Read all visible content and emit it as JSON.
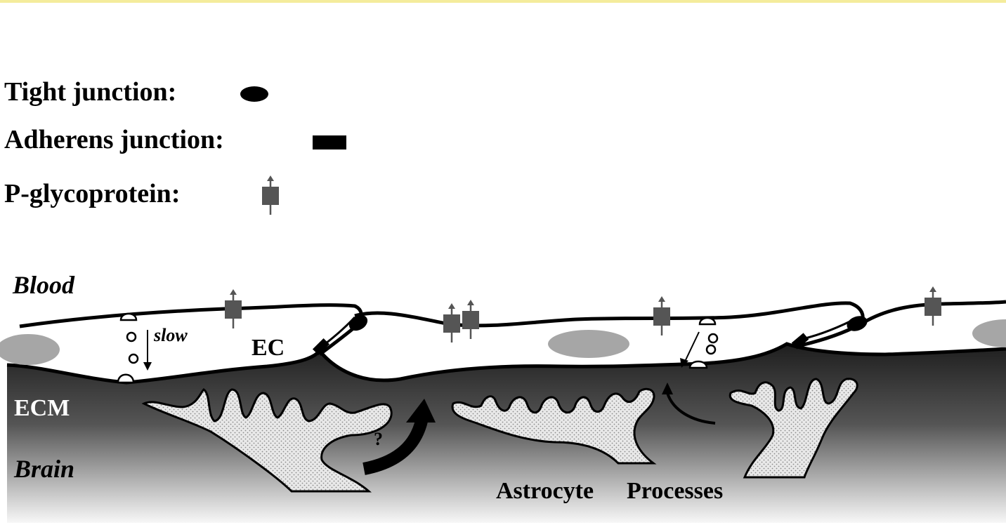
{
  "legend": {
    "tight_junction": "Tight junction:",
    "adherens_junction": "Adherens junction:",
    "p_glycoprotein": "P-glycoprotein:"
  },
  "labels": {
    "blood": "Blood",
    "ec": "EC",
    "ecm": "ECM",
    "brain": "Brain",
    "slow": "slow",
    "question": "?",
    "astrocyte": "Astrocyte",
    "processes": "Processes"
  },
  "colors": {
    "black": "#000000",
    "nucleus_gray": "#a6a6a6",
    "pgp_gray": "#555555",
    "brain_dark": "#2a2a2a",
    "brain_light": "#f2f2f2",
    "astrocyte_fill": "#e4e4e4",
    "top_strip": "#f4ec9c"
  }
}
